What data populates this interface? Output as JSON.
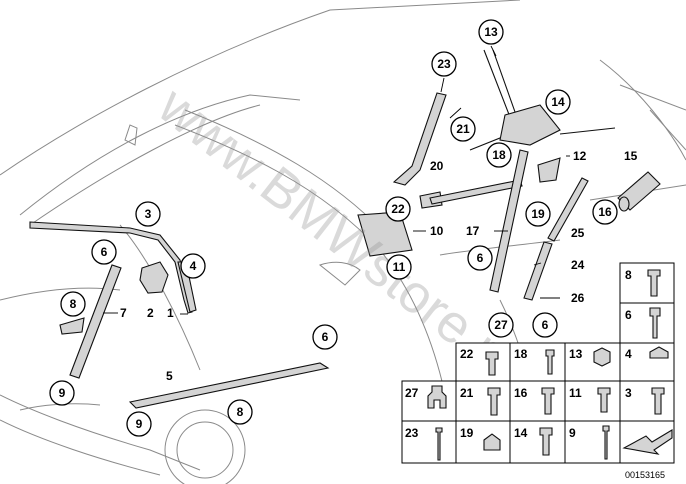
{
  "callouts_circled": [
    "13",
    "23",
    "14",
    "21",
    "18",
    "3",
    "6",
    "4",
    "8",
    "9",
    "22",
    "19",
    "11",
    "6",
    "16",
    "27",
    "6",
    "9",
    "8"
  ],
  "labels_plain": [
    "12",
    "15",
    "20",
    "10",
    "17",
    "25",
    "24",
    "26",
    "7",
    "2",
    "1",
    "5"
  ],
  "grid_labels": [
    "8",
    "6",
    "22",
    "18",
    "13",
    "4",
    "27",
    "21",
    "16",
    "11",
    "3",
    "23",
    "19",
    "14",
    "9"
  ],
  "watermark": "www.BMWstore.ru",
  "doc_number": "00153165"
}
